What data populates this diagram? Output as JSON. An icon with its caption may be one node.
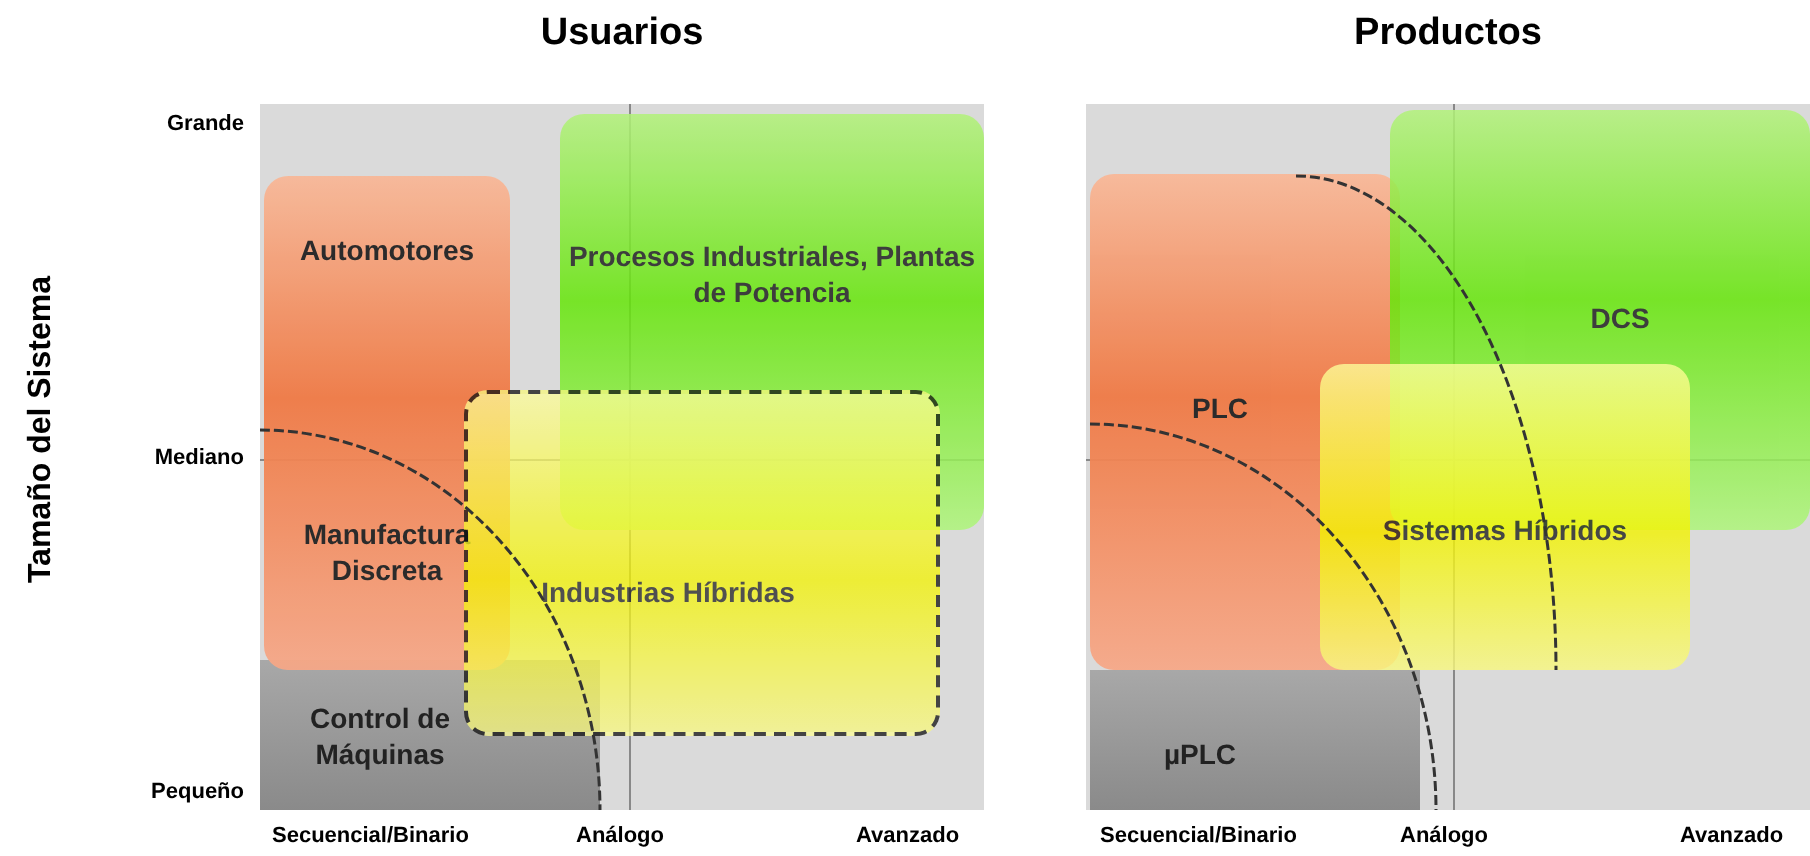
{
  "diagram": {
    "nodes": [
      {
        "text": [
          "Usuarios"
        ]
      },
      {
        "text": [
          "Automotores",
          "Manufactura Discreta"
        ],
        "in": 0
      },
      {
        "text": [
          "Procesos Industriales, Plantas de Potencia"
        ],
        "in": 0
      },
      {
        "text": [
          "Industrias Híbridas"
        ],
        "in": 0
      },
      {
        "text": [
          "Control de Máquinas"
        ],
        "in": 0
      },
      {
        "text": [
          "Productos"
        ]
      },
      {
        "text": [
          "PLC"
        ],
        "in": 5
      },
      {
        "text": [
          "DCS"
        ],
        "in": 5
      },
      {
        "text": [
          "Sistemas Híbridos"
        ],
        "in": 5
      },
      {
        "text": [
          "µPLC"
        ],
        "in": 5
      }
    ],
    "edges": [],
    "labels": [
      "Tamaño del Sistema",
      "Grande",
      "Mediano",
      "Pequeño",
      "Secuencial/Binario",
      "Análogo",
      "Avanzado",
      "Secuencial/Binario",
      "Análogo",
      "Avanzado"
    ]
  }
}
